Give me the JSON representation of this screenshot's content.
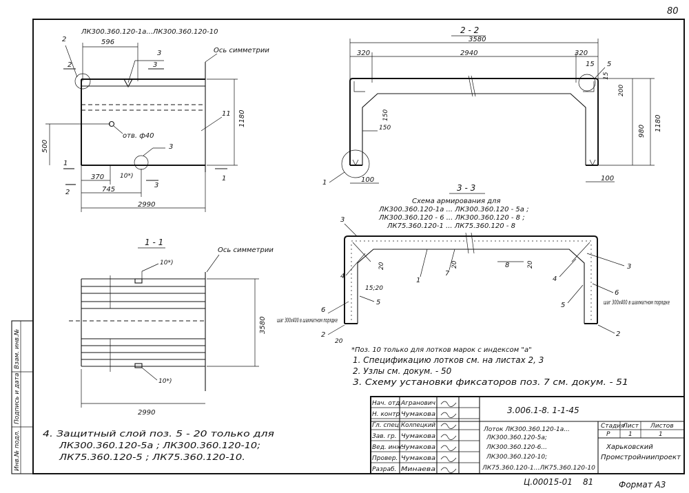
{
  "page_number": "80",
  "plan_view": {
    "title": "ЛК300.360.120-1а...ЛК300.360.120-10",
    "dim_596": "596",
    "dim_1180": "1180",
    "dim_500": "500",
    "dim_370": "370",
    "dim_745": "745",
    "dim_2990": "2990",
    "hole_label": "отв. ф40",
    "symmetry_axis": "Ось симметрии",
    "mark_2": "2",
    "mark_3": "3",
    "mark_1": "1",
    "mark_11": "11",
    "mark_10star": "10*)"
  },
  "section_2_2": {
    "title": "2 - 2",
    "dim_3580": "3580",
    "dim_320_left": "320",
    "dim_2940": "2940",
    "dim_320_right": "320",
    "dim_15_a": "15",
    "dim_15_b": "15",
    "dim_200": "200",
    "dim_980": "980",
    "dim_1180": "1180",
    "dim_150_a": "150",
    "dim_150_b": "150",
    "dim_100_left": "100",
    "dim_100_right": "100",
    "mark_1": "1",
    "mark_5": "5"
  },
  "section_1_1": {
    "title": "1 - 1",
    "symmetry_axis": "Ось симметрии",
    "mark_10star_top": "10*)",
    "mark_10star_bottom": "10*)",
    "dim_3580": "3580",
    "dim_2990": "2990"
  },
  "section_3_3": {
    "title": "3 - 3",
    "heading": "Схема армирования для",
    "line1": "ЛК300.360.120-1а ... ЛК300.360.120 - 5а ;",
    "line2": "ЛК300.360.120 - 6 ... ЛК300.360.120 - 8 ;",
    "line3": "ЛК75.360.120-1 ... ЛК75.360.120 - 8",
    "m3_left": "3",
    "m4_left": "4",
    "m20_a": "20",
    "m7": "7",
    "m20_b": "20",
    "m8": "8",
    "m20_c": "20",
    "m1": "1",
    "m15_20": "15;20",
    "m5_left": "5",
    "m6_left": "6",
    "step_left": "шаг 300х400 в шахматном порядке",
    "m2_left": "2",
    "m20_d": "20",
    "m3_right": "3",
    "m4_right": "4",
    "m6_right": "6",
    "step_right": "шаг 300х400 в шахматном порядке",
    "m5_right": "5",
    "m2_right": "2"
  },
  "notes": {
    "footnote": "*Поз. 10 только для лотков марок с индексом \"а\"",
    "n1": "1. Спецификацию лотков см. на листах 2, 3",
    "n2": "2. Узлы см. докум. - 50",
    "n3": "3. Схему установки фиксаторов поз. 7 см. докум. - 51",
    "n4_l1": "4. Защитный слой поз. 5 - 20 только для",
    "n4_l2": "ЛК300.360.120-5а ; ЛК300.360.120-10;",
    "n4_l3": "ЛК75.360.120-5 ; ЛК75.360.120-10."
  },
  "side_stamp": {
    "c1": "Инв.№ подл.",
    "c2": "Подпись и дата",
    "c3": "Взам. инв.№"
  },
  "title_block": {
    "doc_code": "3.006.1-8. 1-1-45",
    "roles": [
      "Нач. отд",
      "Н. контр",
      "Гл. спец",
      "Зав. гр.",
      "Вед. инж.",
      "Провер.",
      "Разраб."
    ],
    "names": [
      "Агранович",
      "Чумакова",
      "Колпецкий",
      "Чумакова",
      "Чумакова",
      "Чумакова",
      "Минаева"
    ],
    "description": [
      "Лоток ЛК300.360.120-1а...",
      "ЛК300.360.120-5а;",
      "ЛК300.360.120-6...",
      "ЛК300.360.120-10;",
      "ЛК75.360.120-1...ЛК75.360.120-10"
    ],
    "stage_header": "Стадия",
    "sheet_header": "Лист",
    "sheets_header": "Листов",
    "stage": "Р",
    "sheet": "1",
    "sheets": "1",
    "org1": "Харьковский",
    "org2": "Промстройниипроект"
  },
  "footer": {
    "code": "Ц.00015-01",
    "page": "81",
    "format": "Формат А3"
  }
}
